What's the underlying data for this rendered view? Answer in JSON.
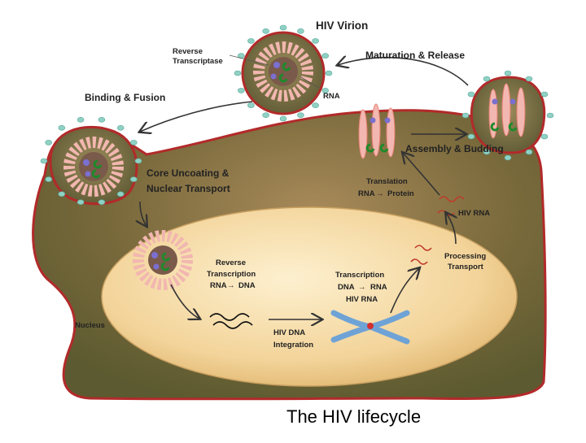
{
  "diagram": {
    "labels": {
      "hiv_virion": "HIV Virion",
      "reverse_transcriptase_1": "Reverse",
      "reverse_transcriptase_2": "Transcriptase",
      "rna": "RNA",
      "maturation_release": "Maturation & Release",
      "binding_fusion": "Binding & Fusion",
      "assembly_budding": "Assembly & Budding",
      "core_uncoating_1": "Core Uncoating &",
      "core_uncoating_2": "Nuclear Transport",
      "translation_1": "Translation",
      "translation_2": "RNA",
      "translation_3": "Protein",
      "hiv_rna": "HIV RNA",
      "processing": "Processing",
      "transport": "Transport",
      "rev_trans_1": "Reverse",
      "rev_trans_2": "Transcription",
      "rev_trans_3": "RNA",
      "rev_trans_4": "DNA",
      "transcription_1": "Transcription",
      "transcription_2": "DNA",
      "transcription_3": "RNA",
      "transcription_4": "HIV RNA",
      "nucleus": "Nucleus",
      "integration_1": "HIV DNA",
      "integration_2": "Integration"
    },
    "colors": {
      "cell_fill": "#6b6234",
      "cell_border": "#b22a2a",
      "nucleus_fill": "#f3d49a",
      "capsid": "#f2b7b0",
      "spike": "#8fd1c4",
      "chromosome": "#6fa3d6"
    }
  },
  "caption": "The HIV lifecycle"
}
